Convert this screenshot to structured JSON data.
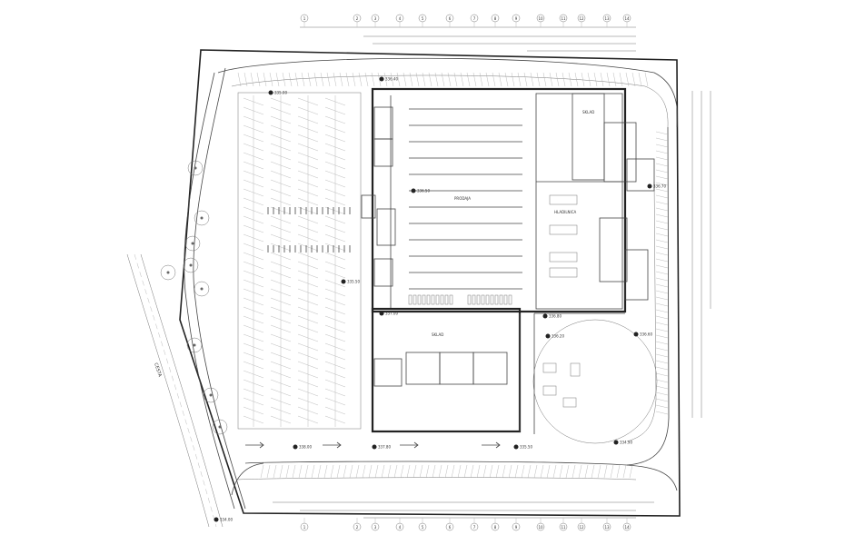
{
  "drawing": {
    "title": "",
    "grid_labels": [
      "1",
      "2",
      "3",
      "4",
      "5",
      "6",
      "7",
      "8",
      "9",
      "10",
      "11",
      "12",
      "13",
      "14"
    ],
    "elevation_markers": [
      {
        "id": "elev-1",
        "label": "335.00"
      },
      {
        "id": "elev-2",
        "label": "336.40"
      },
      {
        "id": "elev-3",
        "label": "336.50"
      },
      {
        "id": "elev-4",
        "label": "335.50"
      },
      {
        "id": "elev-5",
        "label": "337.00"
      },
      {
        "id": "elev-6",
        "label": "336.80"
      },
      {
        "id": "elev-7",
        "label": "336.20"
      },
      {
        "id": "elev-8",
        "label": "336.60"
      },
      {
        "id": "elev-9",
        "label": "338.00"
      },
      {
        "id": "elev-10",
        "label": "337.80"
      },
      {
        "id": "elev-11",
        "label": "335.50"
      },
      {
        "id": "elev-12",
        "label": "334.90"
      },
      {
        "id": "elev-13",
        "label": "336.70"
      },
      {
        "id": "elev-14",
        "label": "334.00"
      }
    ],
    "road_label": "CESTA",
    "room_labels": [
      "SKLAD",
      "PRODAJA",
      "SKLAD",
      "HLADILNICA"
    ]
  }
}
